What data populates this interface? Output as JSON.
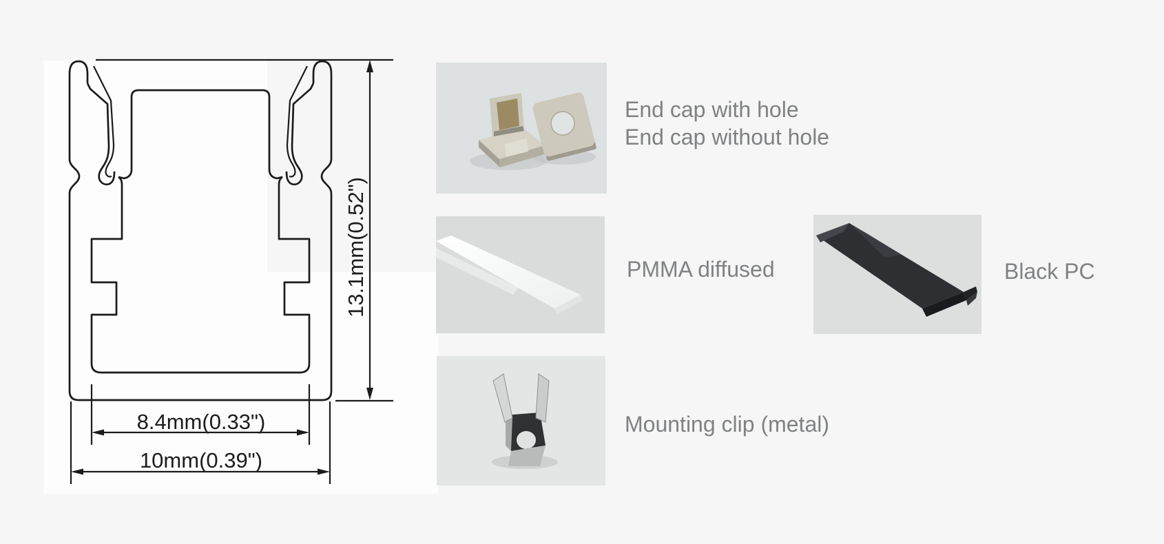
{
  "drawing": {
    "dims": {
      "height": "13.1mm(0.52\")",
      "inner_width": "8.4mm(0.33\")",
      "outer_width": "10mm(0.39\")"
    }
  },
  "accessories": {
    "end_caps": {
      "label_line1": "End cap with hole",
      "label_line2": "End cap without hole"
    },
    "pmma": {
      "label": "PMMA diffused"
    },
    "black_pc": {
      "label": "Black PC"
    },
    "mounting_clip": {
      "label": "Mounting clip (metal)"
    }
  },
  "colors": {
    "page_bg": "#f6f6f6",
    "panel_bg": "#fdfdfd",
    "line": "#1b1b1b",
    "dim_text": "#1c1c1c",
    "label_text": "#7f8183",
    "endcap_tile_bg": "#dde1e2",
    "pmma_tile_bg": "#d9dcdb",
    "clip_tile_bg": "#e3e6e5",
    "black_tile_bg": "#dcdfde",
    "pmma_strip": "#fbfcfc",
    "black_pc_strip": "#2d3033",
    "end_cap_body": "#cdc9bc",
    "clip_metal": "#d2d5d4"
  }
}
